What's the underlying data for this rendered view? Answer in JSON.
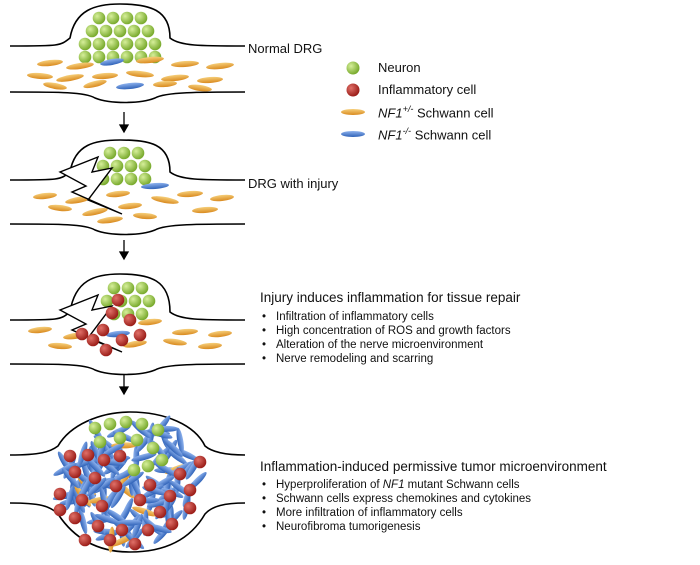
{
  "stages": {
    "normal": "Normal DRG",
    "injury": "DRG with injury"
  },
  "legend": {
    "neuron": "Neuron",
    "inflammatory": "Inflammatory cell",
    "nf1_het_gene": "NF1",
    "nf1_het_sup": "+/-",
    "nf1_null_gene": "NF1",
    "nf1_null_sup": "-/-",
    "schwann": "Schwann cell"
  },
  "stage3": {
    "heading": "Injury induces inflammation for tissue repair",
    "bullets": [
      "Infiltration of inflammatory cells",
      "High concentration of ROS and growth factors",
      "Alteration of the nerve microenvironment",
      "Nerve remodeling and scarring"
    ]
  },
  "stage4": {
    "heading": "Inflammation-induced permissive tumor microenvironment",
    "bullet1_pre": "Hyperproliferation of ",
    "bullet1_gene": "NF1",
    "bullet1_post": " mutant Schwann cells",
    "bullets": [
      "Schwann cells express chemokines and cytokines",
      "More infiltration of inflammatory cells",
      "Neurofibroma tumorigenesis"
    ]
  },
  "colors": {
    "neuron": "#8cbf3f",
    "inflammatory": "#b8302a",
    "nf1_het": "#e8a23a",
    "nf1_null": "#4a7fd0"
  }
}
